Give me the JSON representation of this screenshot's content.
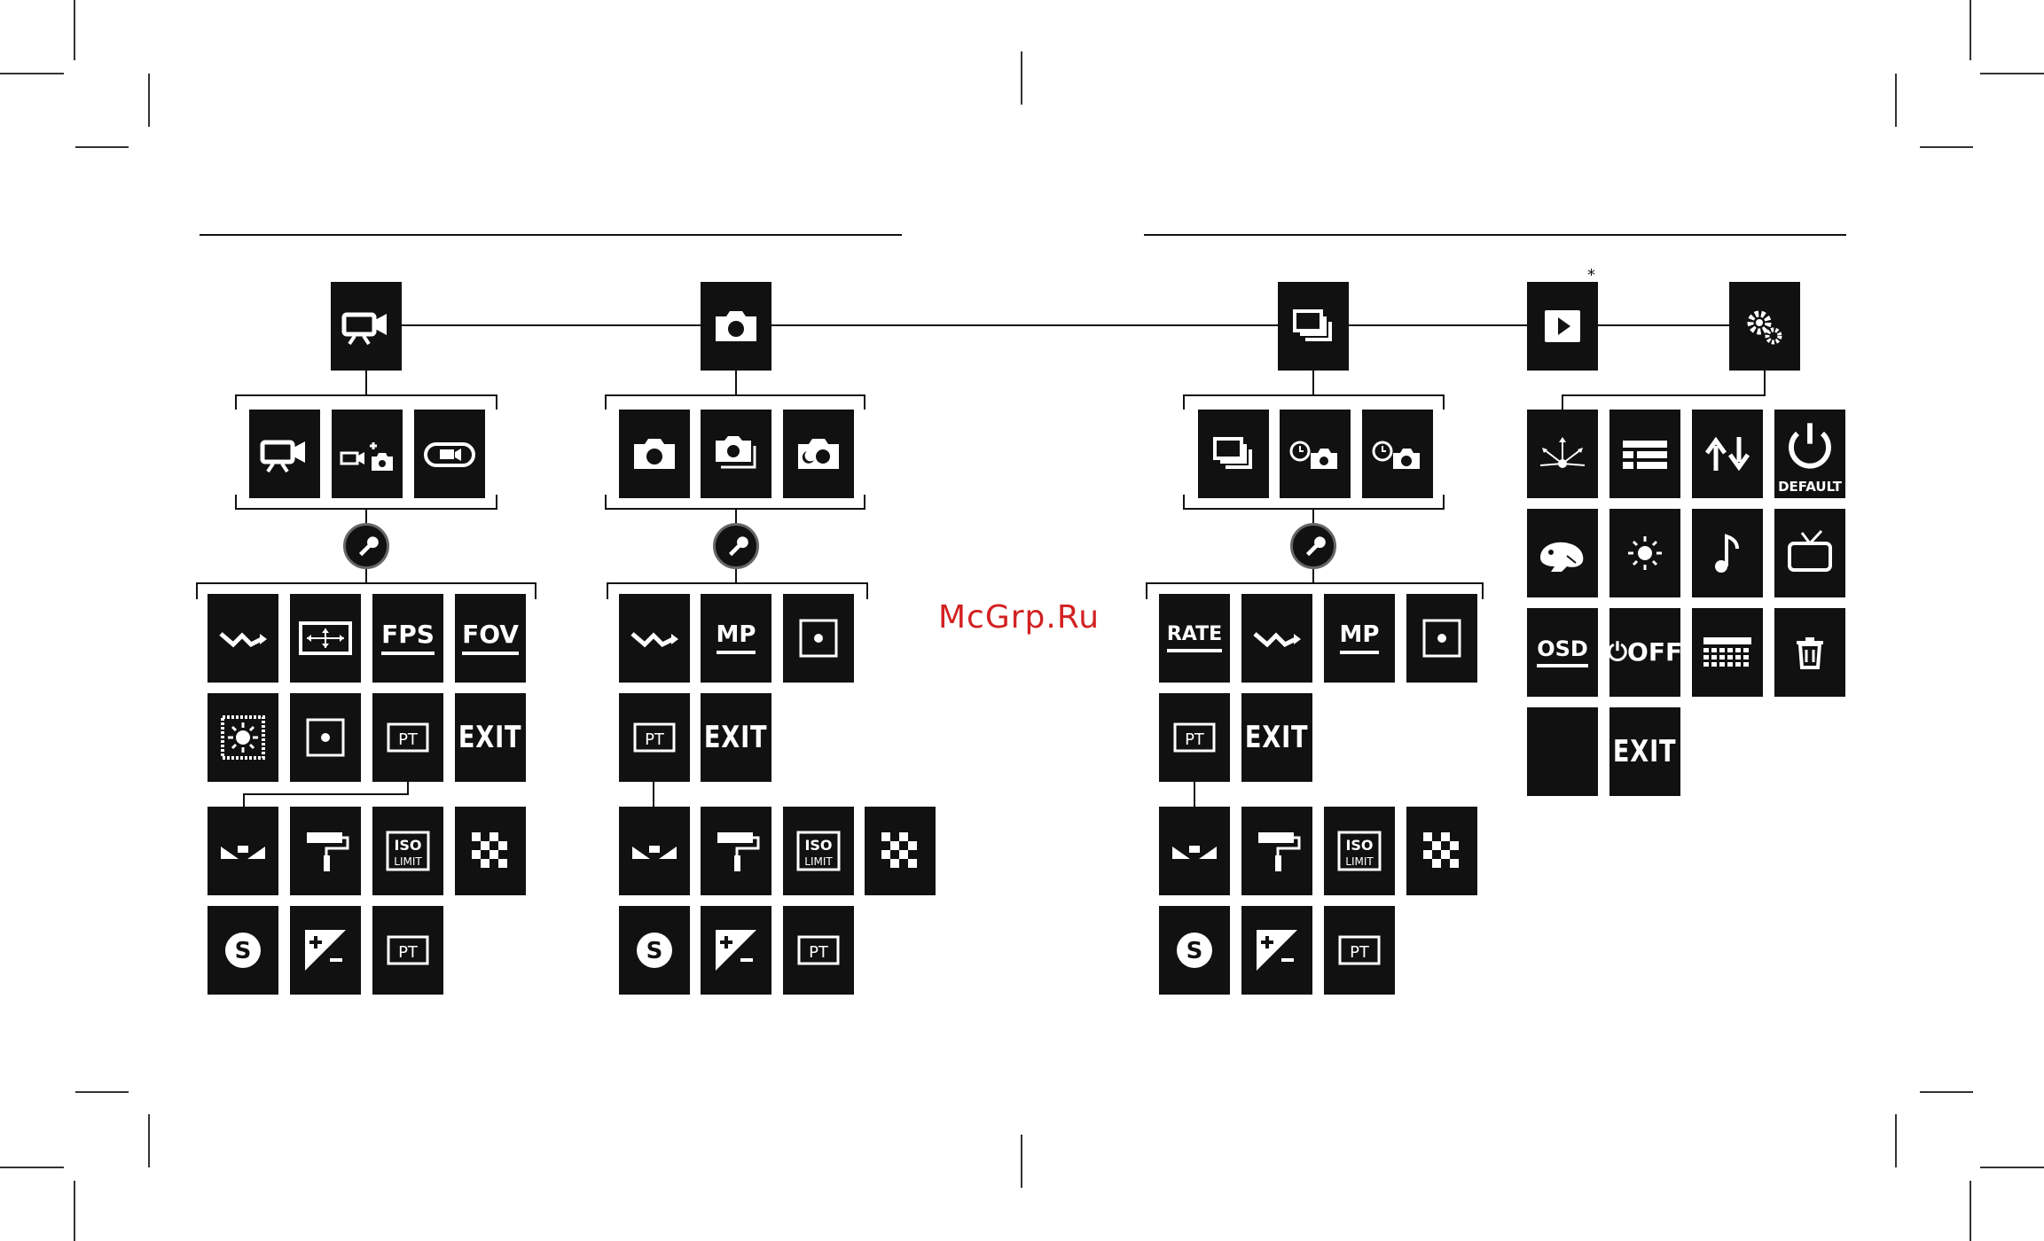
{
  "watermark": "McGrp.Ru",
  "star": "*",
  "labels": {
    "fps": "FPS",
    "fov": "FOV",
    "mp": "MP",
    "rate": "RATE",
    "exit": "EXIT",
    "iso": "ISO",
    "limit": "LIMIT",
    "pt": "PT",
    "s": "S",
    "osd": "OSD",
    "off": "OFF",
    "default": "DEFAULT"
  }
}
